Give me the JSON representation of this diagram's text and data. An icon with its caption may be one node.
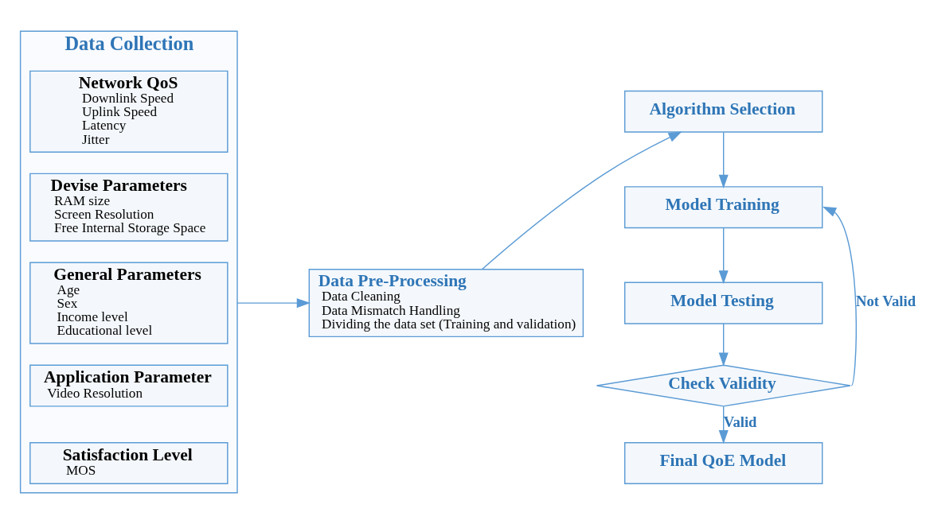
{
  "diagram": {
    "nodes": [
      {
        "text": [
          "Data Collection"
        ]
      },
      {
        "text": [
          "Network QoS",
          "Downlink Speed",
          "Uplink Speed",
          "Latency",
          "Jitter"
        ],
        "in": 0
      },
      {
        "text": [
          "Devise Parameters",
          "RAM size",
          "Screen Resolution",
          "Free Internal Storage Space"
        ],
        "in": 0
      },
      {
        "text": [
          "General Parameters",
          "Age",
          "Sex",
          "Income level",
          "Educational level"
        ],
        "in": 0
      },
      {
        "text": [
          "Application Parameter",
          "Video Resolution"
        ],
        "in": 0
      },
      {
        "text": [
          "Satisfaction Level",
          "MOS"
        ],
        "in": 0
      },
      {
        "text": [
          "Data Pre-Processing",
          "Data Cleaning",
          "Data Mismatch Handling",
          "Dividing the data set (Training and validation)"
        ]
      },
      {
        "text": [
          "Algorithm Selection"
        ]
      },
      {
        "text": [
          "Model Training"
        ]
      },
      {
        "text": [
          "Model Testing"
        ]
      },
      {
        "text": [
          "Check Validity"
        ]
      },
      {
        "text": [
          "Final QoE Model"
        ]
      }
    ],
    "edges": [
      {
        "from": 0,
        "to": 6,
        "arrow": "to"
      },
      {
        "from": 6,
        "to": 7,
        "arrow": "to"
      },
      {
        "from": 7,
        "to": 8,
        "arrow": "to"
      },
      {
        "from": 8,
        "to": 9,
        "arrow": "to"
      },
      {
        "from": 9,
        "to": 10,
        "arrow": "to"
      },
      {
        "from": 10,
        "to": 8,
        "arrow": "to",
        "label": "Not Valid"
      },
      {
        "from": 10,
        "to": 11,
        "arrow": "to",
        "label": "Valid"
      }
    ]
  }
}
